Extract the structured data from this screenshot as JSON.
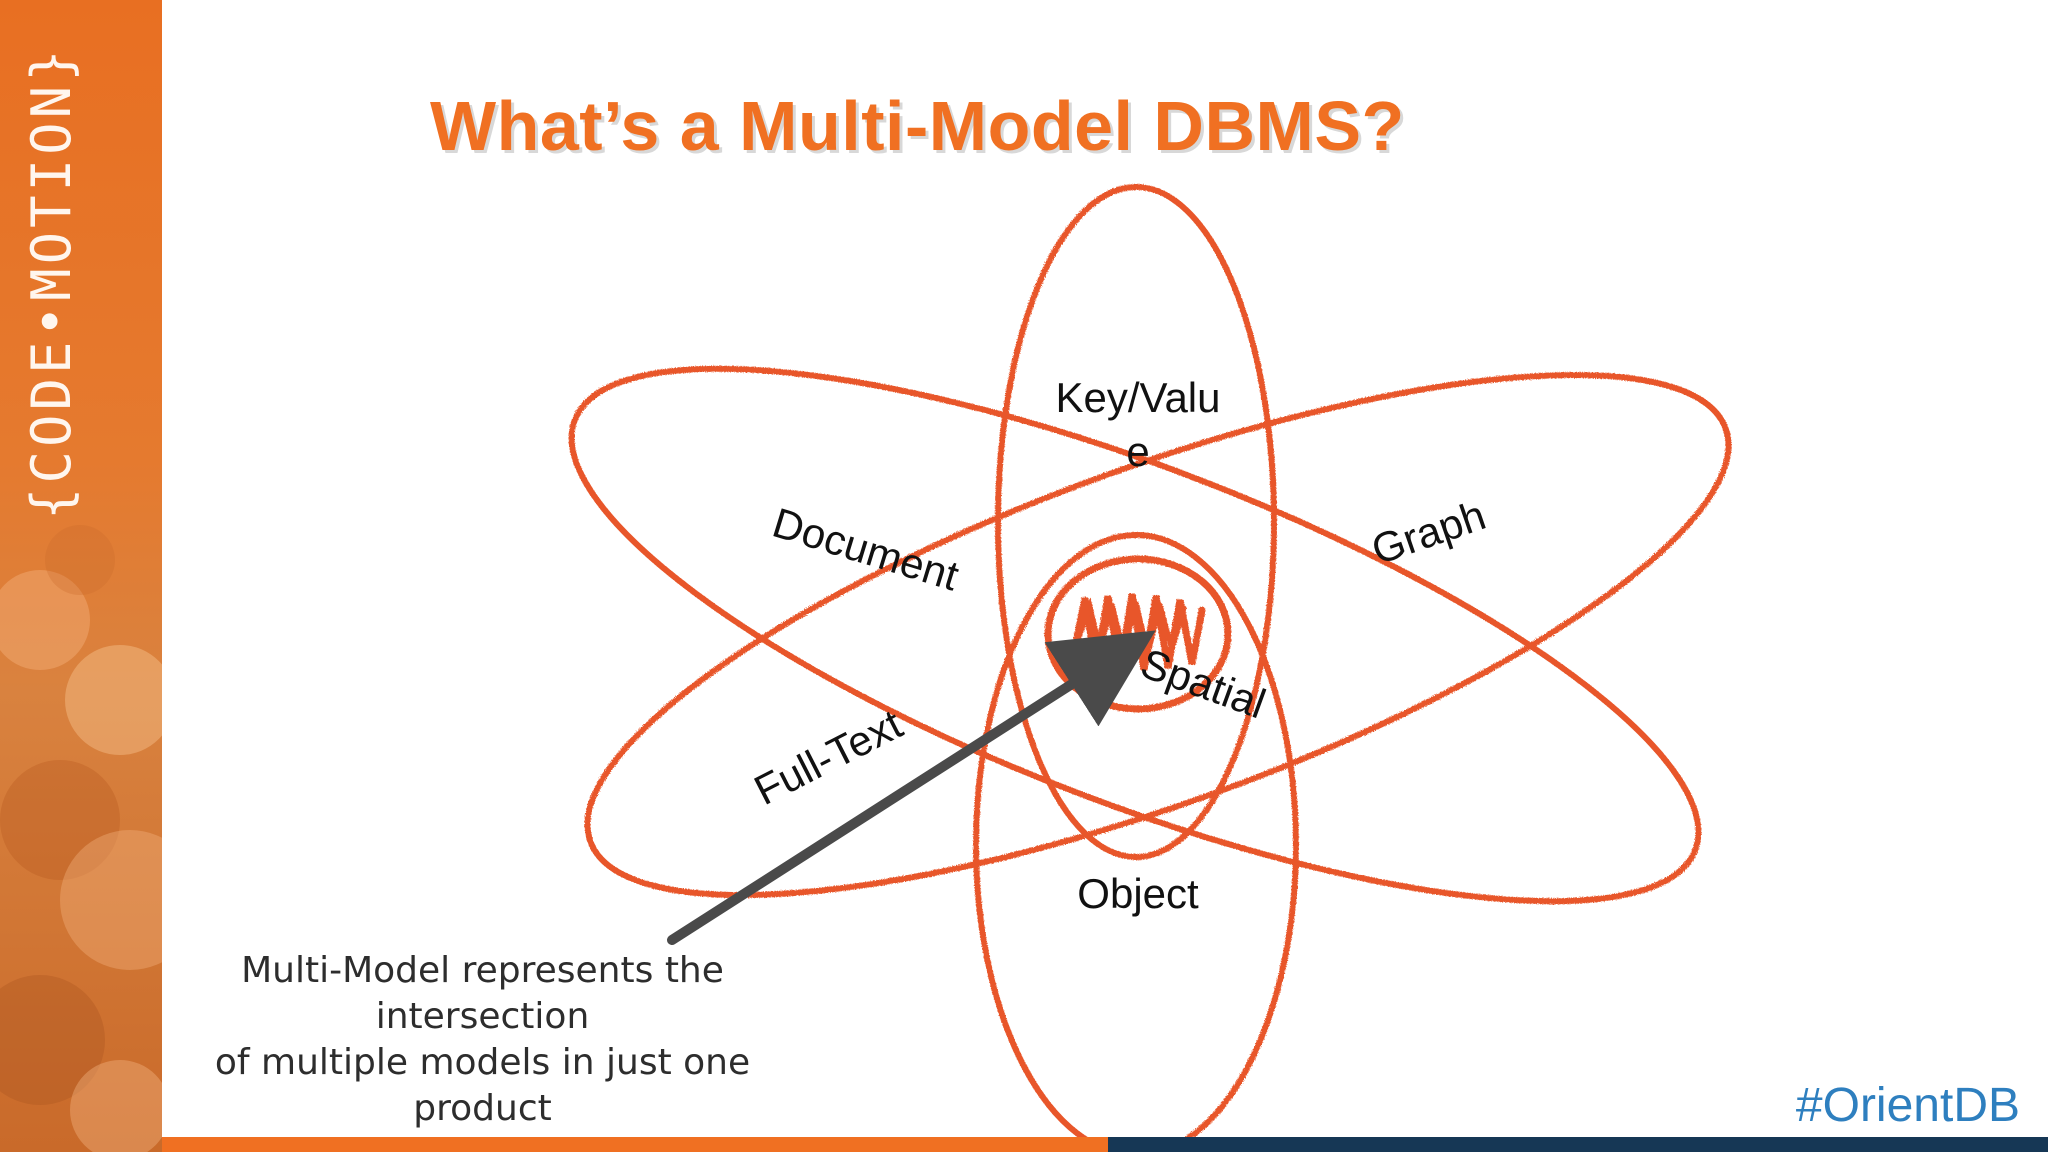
{
  "slide": {
    "title": "What’s a Multi-Model DBMS?",
    "brand": "{CODE•MOTION}",
    "hashtag": "#OrientDB"
  },
  "diagram": {
    "labels": {
      "key_value_line1": "Key/Valu",
      "key_value_line2": "e",
      "document": "Document",
      "graph": "Graph",
      "full_text": "Full-Text",
      "spatial": "Spatial",
      "object": "Object"
    },
    "caption_lines": [
      "Multi-Model represents the",
      "intersection",
      "of multiple models in just one",
      "product"
    ]
  },
  "colors": {
    "accent": "#f07022",
    "ellipse_stroke": "#e8562a",
    "arrow": "#4a4a4a",
    "hashtag": "#2e7fbf",
    "bottom_bar_left": "#f07022",
    "bottom_bar_right": "#163755"
  }
}
